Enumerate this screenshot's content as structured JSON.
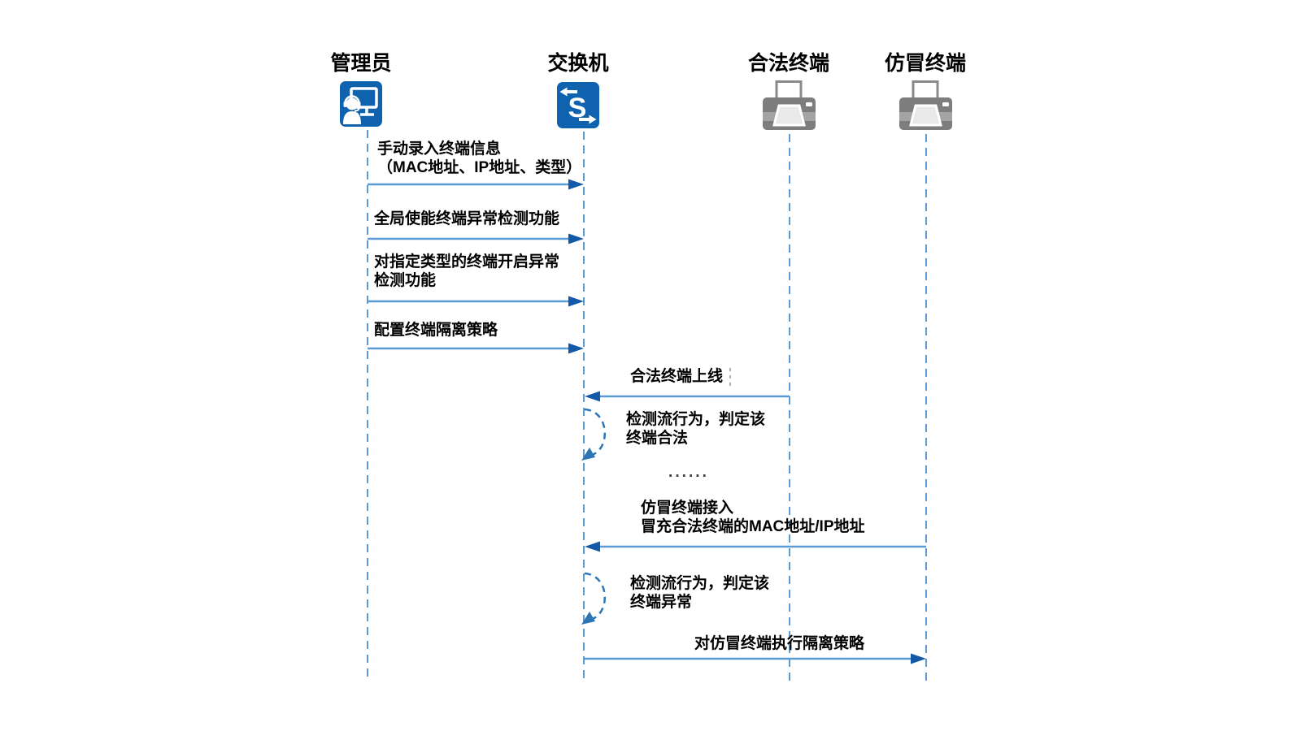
{
  "diagram": {
    "actors": [
      {
        "id": "admin",
        "label": "管理员",
        "icon": "admin-icon"
      },
      {
        "id": "switch",
        "label": "交换机",
        "icon": "switch-icon"
      },
      {
        "id": "legit",
        "label": "合法终端",
        "icon": "printer-icon"
      },
      {
        "id": "rogue",
        "label": "仿冒终端",
        "icon": "printer-icon"
      }
    ],
    "switch_glyph": "S",
    "messages": [
      {
        "type": "arrow",
        "from": "admin",
        "to": "switch",
        "lines": [
          "手动录入终端信息",
          "（MAC地址、IP地址、类型）"
        ]
      },
      {
        "type": "arrow",
        "from": "admin",
        "to": "switch",
        "lines": [
          "全局使能终端异常检测功能"
        ]
      },
      {
        "type": "arrow",
        "from": "admin",
        "to": "switch",
        "lines": [
          "对指定类型的终端开启异常",
          "检测功能"
        ]
      },
      {
        "type": "arrow",
        "from": "admin",
        "to": "switch",
        "lines": [
          "配置终端隔离策略"
        ]
      },
      {
        "type": "arrow",
        "from": "legit",
        "to": "switch",
        "lines": [
          "合法终端上线"
        ]
      },
      {
        "type": "self",
        "on": "switch",
        "lines": [
          "检测流行为，判定该",
          "终端合法"
        ]
      },
      {
        "type": "ellipsis",
        "text": "······"
      },
      {
        "type": "arrow",
        "from": "rogue",
        "to": "switch",
        "lines": [
          "仿冒终端接入",
          "冒充合法终端的MAC地址/IP地址"
        ]
      },
      {
        "type": "self",
        "on": "switch",
        "lines": [
          "检测流行为，判定该",
          "终端异常"
        ]
      },
      {
        "type": "arrow",
        "from": "switch",
        "to": "rogue",
        "lines": [
          "对仿冒终端执行隔离策略"
        ]
      }
    ]
  },
  "colors": {
    "icon_blue": "#0F63AE",
    "printer_gray": "#7D7D7D",
    "line_blue": "#5B9BD5",
    "arrow_dark": "#1459A8",
    "loop_blue": "#2E75B6",
    "text_black": "#000000"
  }
}
